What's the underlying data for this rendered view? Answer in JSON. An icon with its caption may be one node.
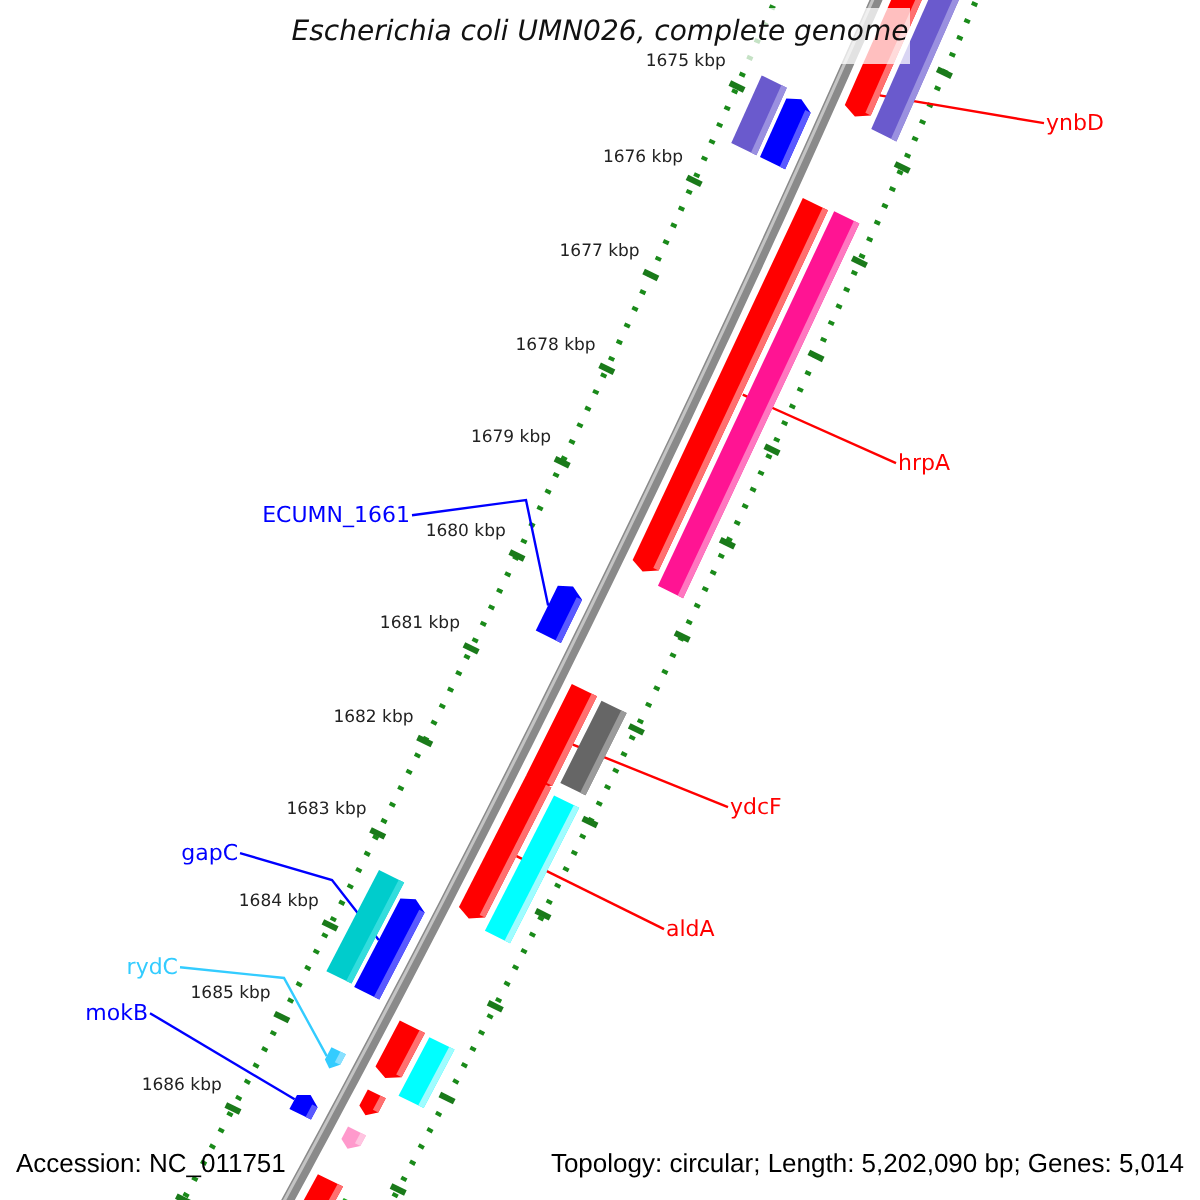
{
  "diagram": {
    "title": "Escherichia coli UMN026, complete genome",
    "nodes": [
      {
        "text": [
          "ynbD"
        ]
      },
      {
        "text": [],
        "shape": "bar"
      },
      {
        "text": [],
        "shape": "bar"
      },
      {
        "text": [
          "hrpA"
        ]
      },
      {
        "text": [
          "ECUMN_1661"
        ]
      },
      {
        "text": [],
        "shape": "bar"
      },
      {
        "text": [],
        "shape": "bar"
      },
      {
        "text": [
          "ydcF"
        ]
      },
      {
        "text": [],
        "shape": "bar"
      },
      {
        "text": [
          "gapC"
        ]
      },
      {
        "text": [],
        "shape": "bar"
      },
      {
        "text": [
          "aldA"
        ]
      },
      {
        "text": [
          "rydC"
        ]
      },
      {
        "text": [
          "mokB"
        ]
      },
      {
        "text": [],
        "shape": "bar"
      },
      {
        "text": [],
        "shape": "bar"
      },
      {
        "text": [],
        "shape": "bar"
      },
      {
        "text": [],
        "shape": "bar"
      },
      {
        "text": [],
        "shape": "bar"
      },
      {
        "text": [],
        "shape": "bar"
      },
      {
        "text": [],
        "shape": "bar"
      },
      {
        "text": [],
        "shape": "bar"
      },
      {
        "text": [],
        "shape": "bar"
      },
      {
        "text": [],
        "shape": "bar"
      },
      {
        "text": [],
        "shape": "bar"
      },
      {
        "text": [],
        "shape": "bar"
      },
      {
        "text": [],
        "shape": "bar"
      },
      {
        "text": [],
        "shape": "bar"
      },
      {
        "text": [],
        "shape": "bar"
      }
    ],
    "edges": [
      {
        "from": 0,
        "to": 1,
        "arrow": "none"
      },
      {
        "from": 3,
        "to": 2,
        "arrow": "none"
      },
      {
        "from": 4,
        "to": 5,
        "arrow": "none",
        "color": "#0000ff"
      },
      {
        "from": 7,
        "to": 6,
        "arrow": "none"
      },
      {
        "from": 11,
        "to": 8,
        "arrow": "none"
      },
      {
        "from": 9,
        "to": 10,
        "arrow": "none",
        "color": "#0000ff"
      },
      {
        "from": 12,
        "to": 14,
        "arrow": "none",
        "color": "#33ccff"
      },
      {
        "from": 13,
        "to": 15,
        "arrow": "none",
        "color": "#0000ff"
      }
    ],
    "labels": [
      "1675 kbp",
      "1676 kbp",
      "1677 kbp",
      "1678 kbp",
      "1679 kbp",
      "1680 kbp",
      "1681 kbp",
      "1682 kbp",
      "1683 kbp",
      "1684 kbp",
      "1685 kbp",
      "1686 kbp",
      "Accession: NC_011751",
      "Topology: circular; Length: 5,202,090 bp; Genes: 5,014"
    ]
  }
}
